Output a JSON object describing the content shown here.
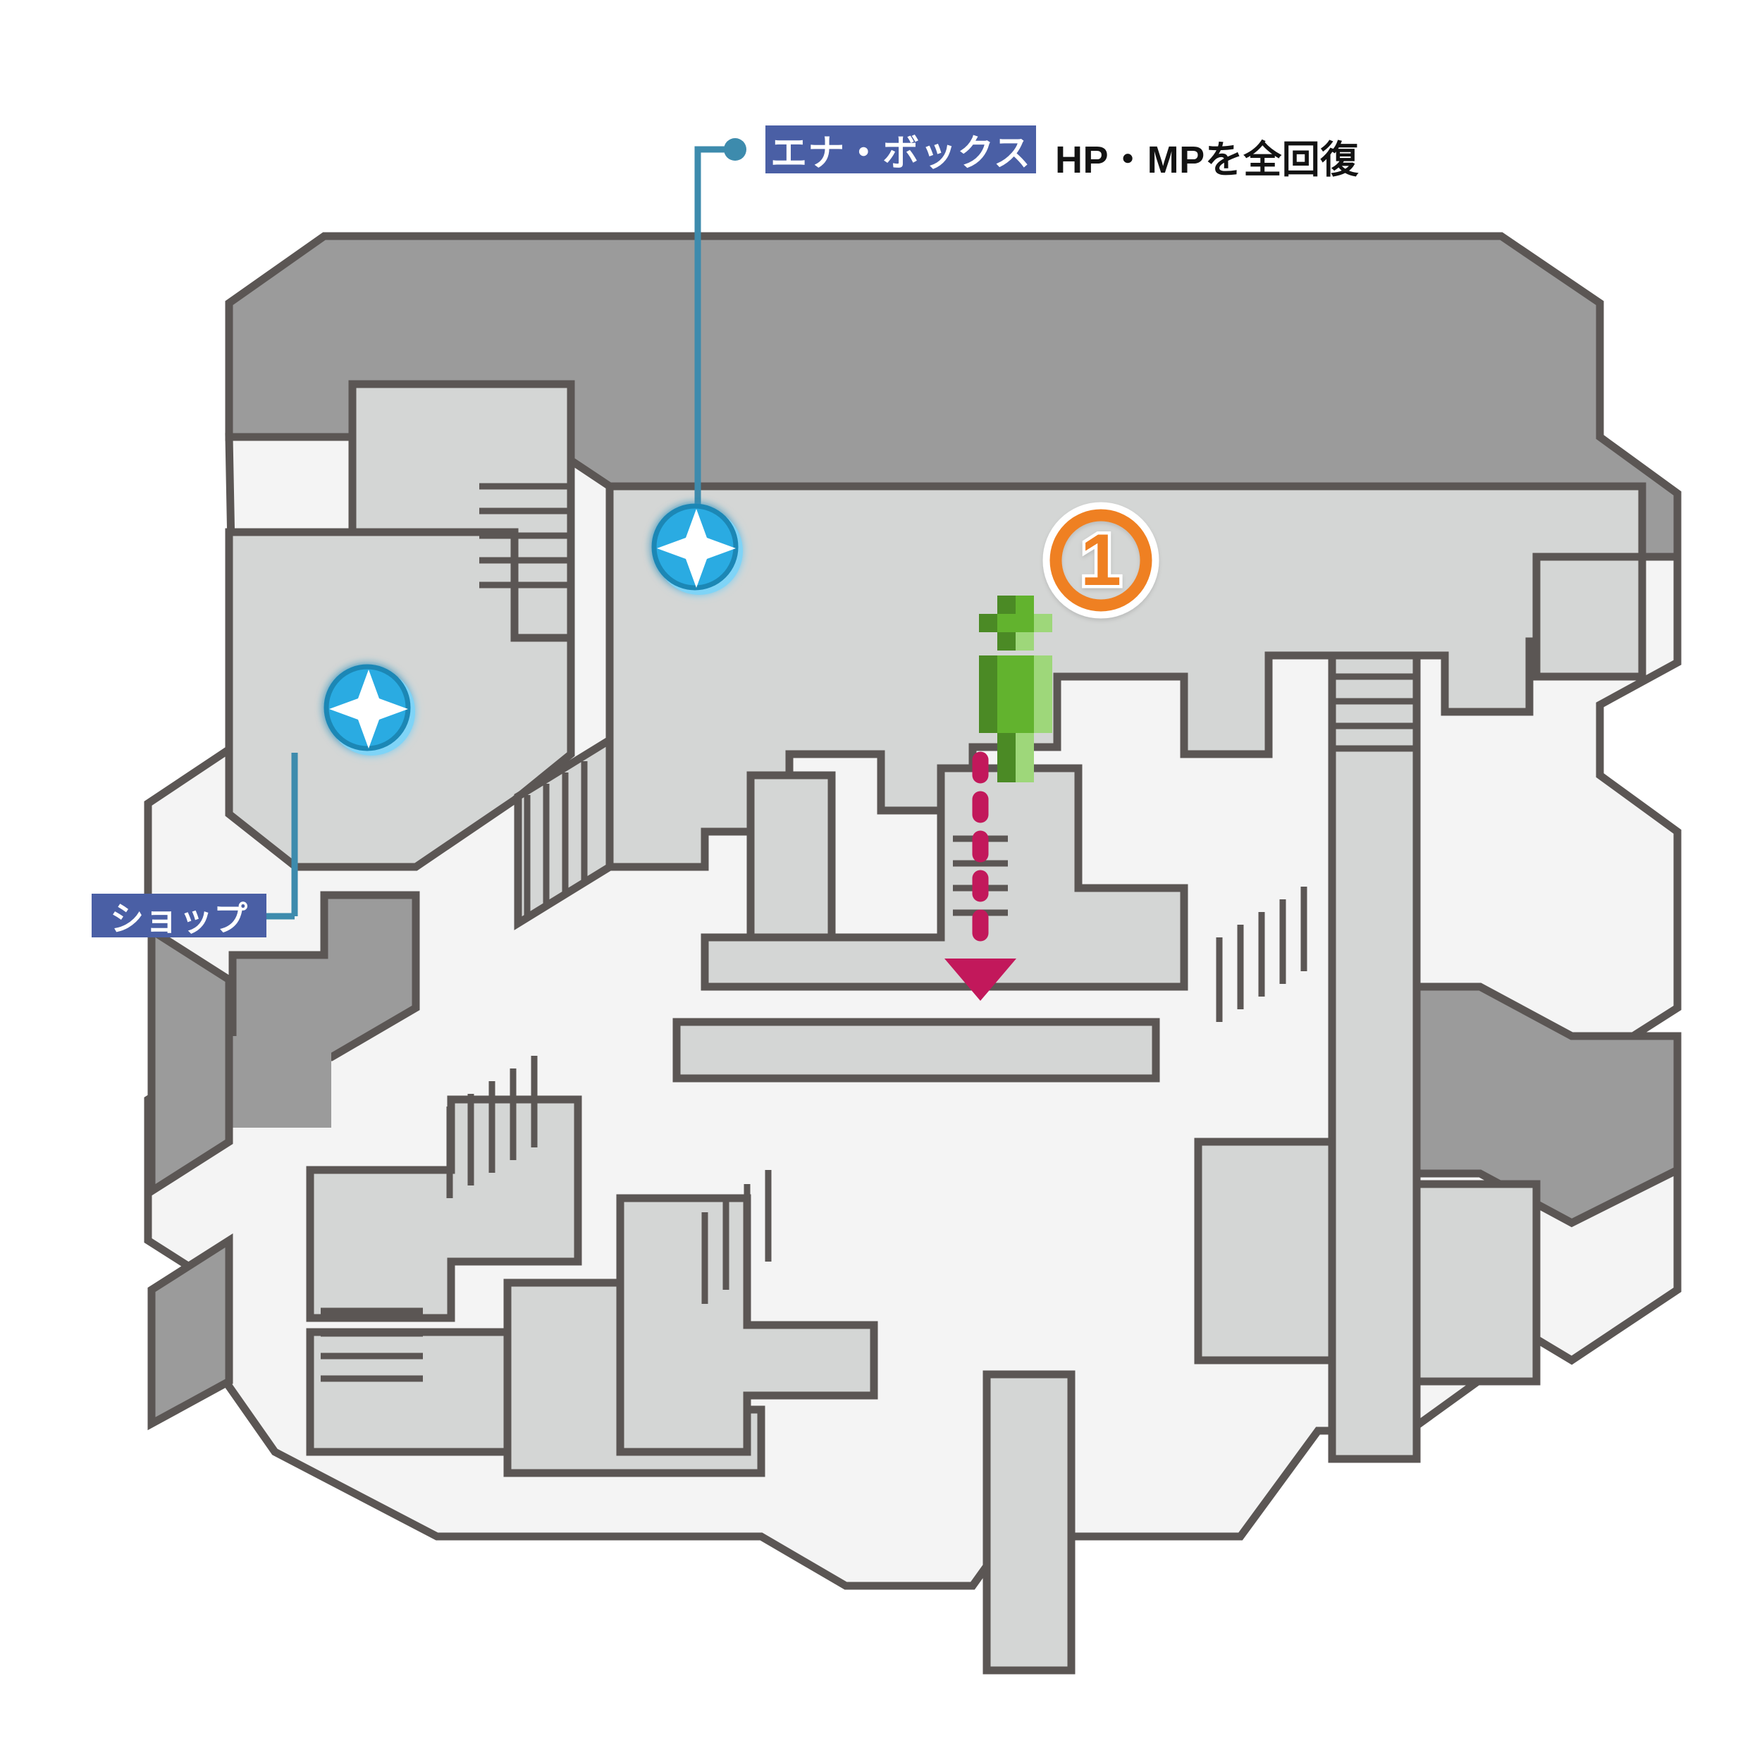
{
  "map": {
    "title": "dungeon-floor-map",
    "colors": {
      "background": "#ffffff",
      "wall_dark": "#9b9b9b",
      "room_fill": "#d4d6d5",
      "corridor_fill": "#f4f4f4",
      "outline": "#5b5654",
      "label_box": "#4a5fa5",
      "leader_line": "#3d8bad",
      "save_point_blue": "#29abe2",
      "save_point_blue_dark": "#1c87b5",
      "save_point_blue_light": "#7fd4f7",
      "marker_orange": "#ef8021",
      "player_green": "#62b32e",
      "player_green_dark": "#4b8a25",
      "player_green_light": "#9ed77a",
      "arrow_crimson": "#c2185b",
      "description_text": "#131313"
    }
  },
  "annotations": {
    "ena_box": {
      "label": "エナ・ボックス",
      "description": "HP・MPを全回復"
    },
    "shop": {
      "label": "ショップ"
    }
  },
  "markers": {
    "numbered": [
      {
        "id": "1",
        "value": "1"
      }
    ],
    "save_points": [
      {
        "id": "save-point-ena-box"
      },
      {
        "id": "save-point-shop"
      }
    ],
    "player": {
      "id": "player-avatar"
    },
    "route_arrow": {
      "id": "route-arrow-down",
      "direction": "down"
    }
  }
}
